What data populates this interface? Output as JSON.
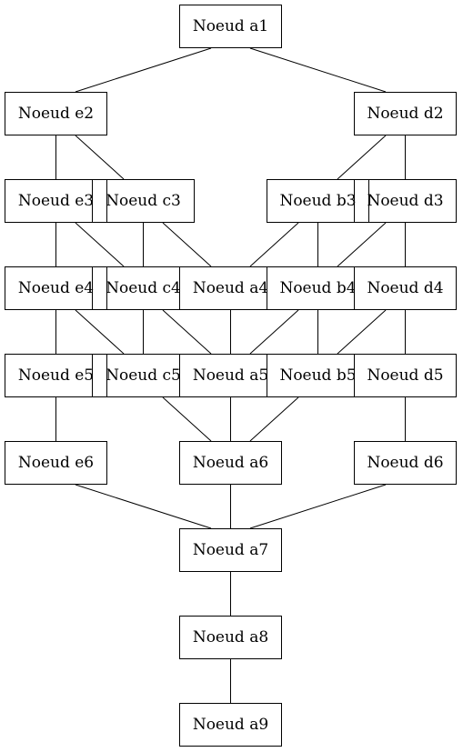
{
  "diagram": {
    "nodes": {
      "a1": "Noeud a1",
      "e2": "Noeud e2",
      "d2": "Noeud d2",
      "e3": "Noeud e3",
      "c3": "Noeud c3",
      "b3": "Noeud b3",
      "d3": "Noeud d3",
      "e4": "Noeud e4",
      "c4": "Noeud c4",
      "a4": "Noeud a4",
      "b4": "Noeud b4",
      "d4": "Noeud d4",
      "e5": "Noeud e5",
      "c5": "Noeud c5",
      "a5": "Noeud a5",
      "b5": "Noeud b5",
      "d5": "Noeud d5",
      "e6": "Noeud e6",
      "a6": "Noeud a6",
      "d6": "Noeud d6",
      "a7": "Noeud a7",
      "a8": "Noeud a8",
      "a9": "Noeud a9"
    },
    "edges": [
      [
        "a1",
        "e2"
      ],
      [
        "a1",
        "d2"
      ],
      [
        "e2",
        "e3"
      ],
      [
        "e2",
        "c3"
      ],
      [
        "d2",
        "b3"
      ],
      [
        "d2",
        "d3"
      ],
      [
        "e3",
        "e4"
      ],
      [
        "e3",
        "c4"
      ],
      [
        "c3",
        "c4"
      ],
      [
        "c3",
        "a4"
      ],
      [
        "b3",
        "a4"
      ],
      [
        "b3",
        "b4"
      ],
      [
        "d3",
        "b4"
      ],
      [
        "d3",
        "d4"
      ],
      [
        "e4",
        "e5"
      ],
      [
        "e4",
        "c5"
      ],
      [
        "c4",
        "c5"
      ],
      [
        "c4",
        "a5"
      ],
      [
        "a4",
        "a5"
      ],
      [
        "b4",
        "a5"
      ],
      [
        "b4",
        "b5"
      ],
      [
        "d4",
        "b5"
      ],
      [
        "d4",
        "d5"
      ],
      [
        "e5",
        "e6"
      ],
      [
        "c5",
        "a6"
      ],
      [
        "a5",
        "a6"
      ],
      [
        "b5",
        "a6"
      ],
      [
        "d5",
        "d6"
      ],
      [
        "e6",
        "a7"
      ],
      [
        "a6",
        "a7"
      ],
      [
        "d6",
        "a7"
      ],
      [
        "a7",
        "a8"
      ],
      [
        "a8",
        "a9"
      ]
    ]
  }
}
